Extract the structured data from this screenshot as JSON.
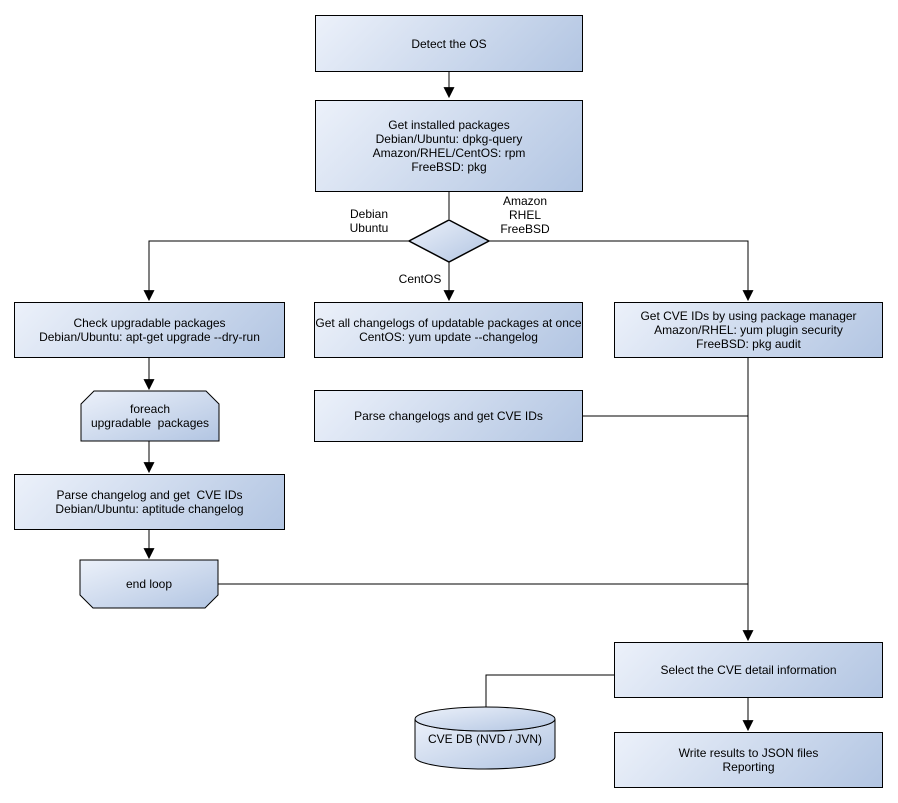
{
  "nodes": {
    "detect_os": {
      "label": "Detect the OS"
    },
    "get_installed": {
      "label": "Get installed packages\nDebian/Ubuntu: dpkg-query\nAmazon/RHEL/CentOS: rpm\nFreeBSD: pkg"
    },
    "check_upgradable": {
      "label": "Check upgradable packages\nDebian/Ubuntu: apt-get upgrade --dry-run"
    },
    "foreach_loop": {
      "label": "foreach\nupgradable  packages"
    },
    "parse_changelog": {
      "label": "Parse changelog and get  CVE IDs\nDebian/Ubuntu: aptitude changelog"
    },
    "end_loop": {
      "label": "end loop"
    },
    "get_changelogs": {
      "label": "Get all changelogs of updatable packages at once\nCentOS: yum update --changelog"
    },
    "parse_changelogs": {
      "label": "Parse changelogs and get CVE IDs"
    },
    "get_cve_ids": {
      "label": "Get CVE IDs by using package manager\nAmazon/RHEL: yum plugin security\nFreeBSD: pkg audit"
    },
    "select_cve": {
      "label": "Select the CVE detail information"
    },
    "write_results": {
      "label": "Write results to JSON files\nReporting"
    },
    "cve_db": {
      "label": "CVE DB (NVD / JVN)"
    }
  },
  "edge_labels": {
    "debian_ubuntu": "Debian\nUbuntu",
    "amazon_rhel_freebsd": "Amazon\nRHEL\nFreeBSD",
    "centos": "CentOS"
  },
  "edges": [
    {
      "from": "detect_os",
      "to": "get_installed"
    },
    {
      "from": "get_installed",
      "to": "os_decision"
    },
    {
      "from": "os_decision",
      "to": "check_upgradable",
      "label": "Debian\nUbuntu"
    },
    {
      "from": "os_decision",
      "to": "get_changelogs",
      "label": "CentOS"
    },
    {
      "from": "os_decision",
      "to": "get_cve_ids",
      "label": "Amazon\nRHEL\nFreeBSD"
    },
    {
      "from": "check_upgradable",
      "to": "foreach_loop"
    },
    {
      "from": "foreach_loop",
      "to": "parse_changelog"
    },
    {
      "from": "parse_changelog",
      "to": "end_loop"
    },
    {
      "from": "end_loop",
      "to": "select_cve"
    },
    {
      "from": "get_changelogs",
      "to": "parse_changelogs"
    },
    {
      "from": "parse_changelogs",
      "to": "select_cve"
    },
    {
      "from": "get_cve_ids",
      "to": "select_cve"
    },
    {
      "from": "select_cve",
      "to": "cve_db"
    },
    {
      "from": "select_cve",
      "to": "write_results"
    }
  ],
  "colors": {
    "node_fill_light": "#ecf1fa",
    "node_fill_dark": "#b2c5e2",
    "outline": "#000000",
    "connector": "#000000",
    "background": "#ffffff"
  }
}
